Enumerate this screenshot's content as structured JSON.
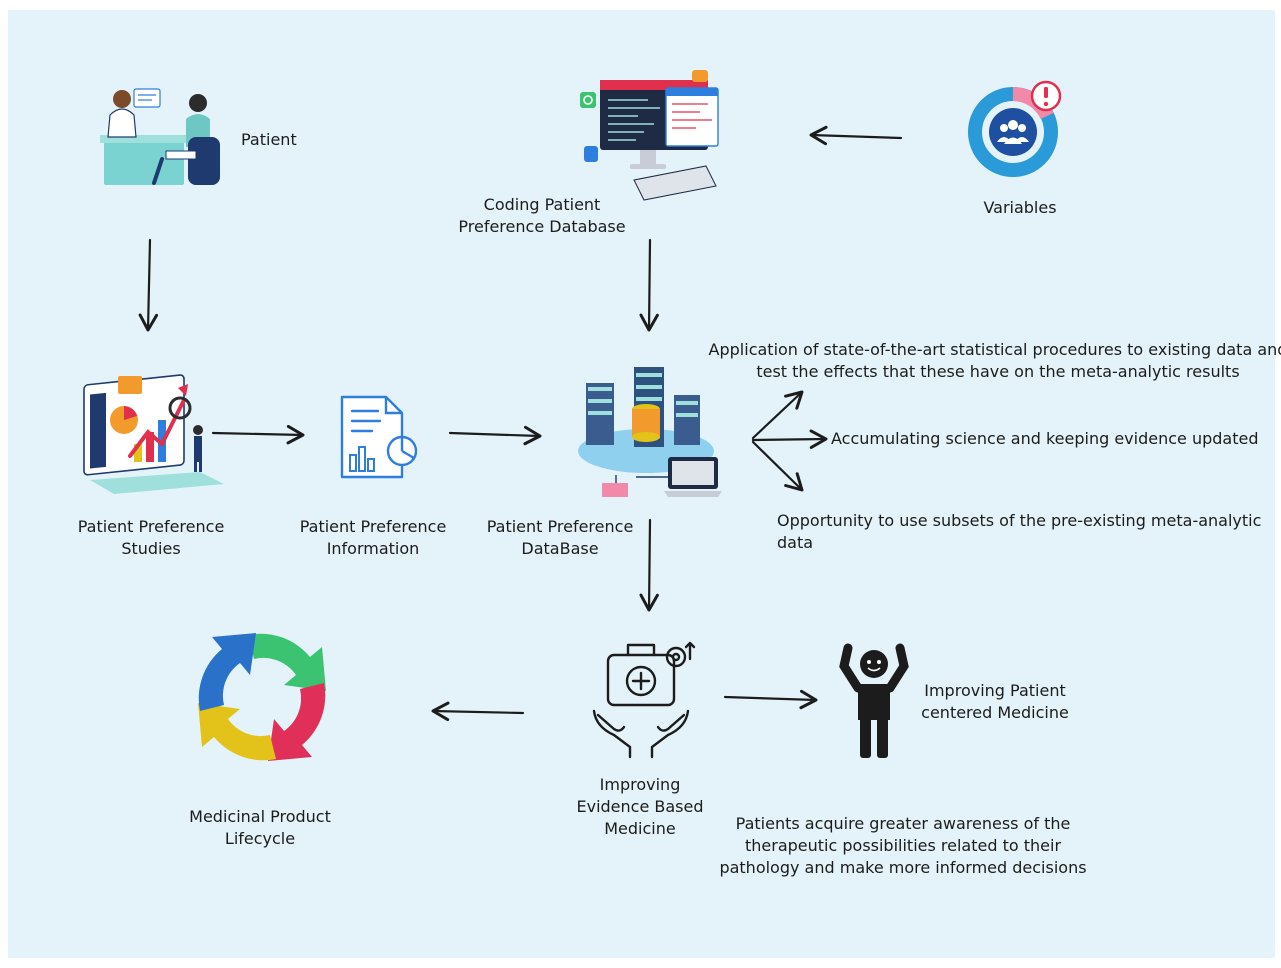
{
  "diagram": {
    "nodes": {
      "patient": {
        "label": "Patient",
        "icon": "doctor-patient-consultation-icon"
      },
      "coding_db": {
        "label": "Coding Patient\nPreference Database",
        "icon": "coding-computer-icon"
      },
      "variables": {
        "label": "Variables",
        "icon": "people-alert-icon"
      },
      "studies": {
        "label": "Patient Preference\nStudies",
        "icon": "analytics-dashboard-icon"
      },
      "information": {
        "label": "Patient Preference\nInformation",
        "icon": "report-document-icon"
      },
      "database": {
        "label": "Patient Preference\nDataBase",
        "icon": "server-database-icon"
      },
      "ebm": {
        "label": "Improving\nEvidence Based\nMedicine",
        "icon": "medical-kit-hands-icon"
      },
      "lifecycle": {
        "label": "Medicinal Product\nLifecycle",
        "icon": "cycle-arrows-icon"
      },
      "patient_centered": {
        "label": "Improving Patient\ncentered Medicine",
        "icon": "cheering-person-icon"
      }
    },
    "outcomes": {
      "statistical": "Application of state-of-the-art statistical procedures to existing data and\ntest the effects that these have on the meta-analytic results",
      "accumulating": "Accumulating science and keeping evidence updated",
      "subsets": "Opportunity to use subsets of the pre-existing meta-analytic data"
    },
    "awareness_note": "Patients acquire greater awareness of the\ntherapeutic possibilities related to their\npathology and make more informed decisions",
    "colors": {
      "background": "#e4f3f9",
      "teal": "#7ad3d0",
      "navy": "#1f3a6e",
      "blue": "#2e7ee0",
      "cycle_blue": "#2a72c9",
      "cycle_green": "#3cc372",
      "cycle_red": "#e0305a",
      "cycle_yellow": "#e3c21a",
      "ink": "#1c1c1c"
    }
  }
}
